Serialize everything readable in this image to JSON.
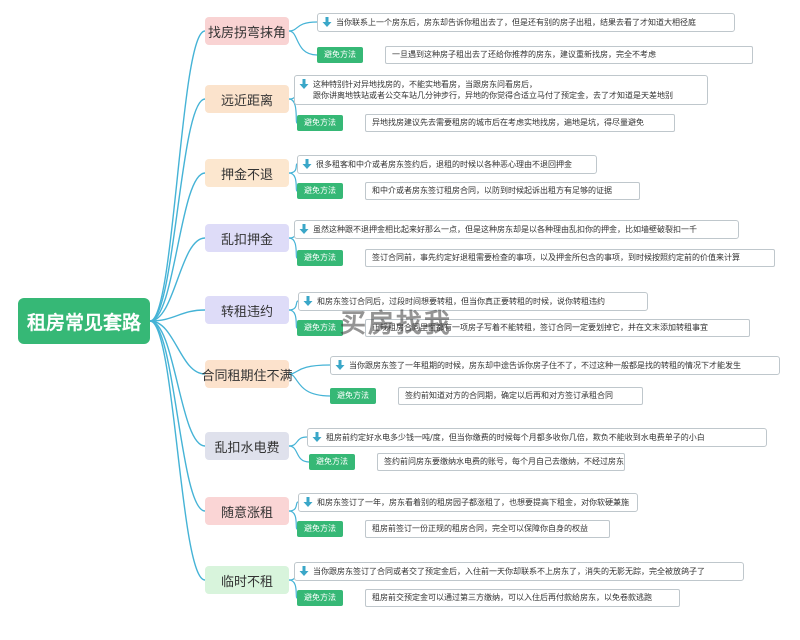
{
  "root": "租房常见套路",
  "watermark": "买房找我",
  "colors": {
    "green": "#36b876",
    "line": "#45b3d6"
  },
  "branches": [
    {
      "title": "找房拐弯抹角",
      "color": "#f9d3d3",
      "desc": [
        "当你联系上一个房东后，房东却告诉你租出去了，但是还有别的房子出租，结果去看了才知道大相径庭"
      ],
      "fix_label": "避免方法",
      "fix": "一旦遇到这种房子租出去了还给你推荐的房东，建议重新找房，完全不考虑"
    },
    {
      "title": "远近距离",
      "color": "#fbe3cc",
      "desc": [
        "这种特别针对异地找房的，不能实地看房，当跟房东问看房后，",
        "跟你讲离地铁站或者公交车站几分钟步行，异地的你觉得合适立马付了预定金，去了才知道是天差地别"
      ],
      "fix_label": "避免方法",
      "fix": "异地找房建议先去需要租房的城市后在考虑实地找房，遍地是坑，得尽量避免"
    },
    {
      "title": "押金不退",
      "color": "#fce7cf",
      "desc": [
        "很多租客和中介或者房东签约后，退租的时候以各种恶心理由不退回押金"
      ],
      "fix_label": "避免方法",
      "fix": "和中介或者房东签订租房合同，以防到时候起诉出租方有足够的证据"
    },
    {
      "title": "乱扣押金",
      "color": "#dedcf8",
      "desc": [
        "虽然这种跟不退押金相比起来好那么一点，但是这种房东却是以各种理由乱扣你的押金，比如墙壁破裂扣一千"
      ],
      "fix_label": "避免方法",
      "fix": "签订合同前，事先约定好退租需要检查的事项，以及押金所包含的事项，到时候按照约定前的价值来计算"
    },
    {
      "title": "转租违约",
      "color": "#dedcf8",
      "desc": [
        "和房东签订合同后，过段时间想要转租，但当你真正要转租的时候，说你转租违约"
      ],
      "fix_label": "避免方法",
      "fix": "正规租房合同里面都有一项房子写着不能转租，签订合同一定要划掉它，并在文末添加转租事宜"
    },
    {
      "title": "合同租期住不满",
      "color": "#fce2cc",
      "desc": [
        "当你跟房东签了一年租期的时候，房东却中途告诉你房子住不了，不过这种一般都是找的转租的情况下才能发生"
      ],
      "fix_label": "避免方法",
      "fix": "签约前知道对方的合同期，确定以后再和对方签订承租合同"
    },
    {
      "title": "乱扣水电费",
      "color": "#dfe1ec",
      "desc": [
        "租房前约定好水电多少钱一吨/度，但当你缴费的时候每个月都多收你几倍，欺负不能收到水电费单子的小白"
      ],
      "fix_label": "避免方法",
      "fix": "签约前问房东要缴纳水电费的账号，每个月自己去缴纳，不经过房东"
    },
    {
      "title": "随意涨租",
      "color": "#fad5d5",
      "desc": [
        "和房东签订了一年，房东看着别的租房园子都涨租了，也想要提高下租金，对你软硬兼施"
      ],
      "fix_label": "避免方法",
      "fix": "租房前签订一份正规的租房合同，完全可以保障你自身的权益"
    },
    {
      "title": "临时不租",
      "color": "#d8f4dc",
      "desc": [
        "当你跟房东签订了合同或者交了预定金后，入住前一天你却联系不上房东了，消失的无影无踪，完全被放鸽子了"
      ],
      "fix_label": "避免方法",
      "fix": "租房前交预定金可以通过第三方缴纳，可以入住后再付款给房东，以免卷款逃跑"
    }
  ]
}
